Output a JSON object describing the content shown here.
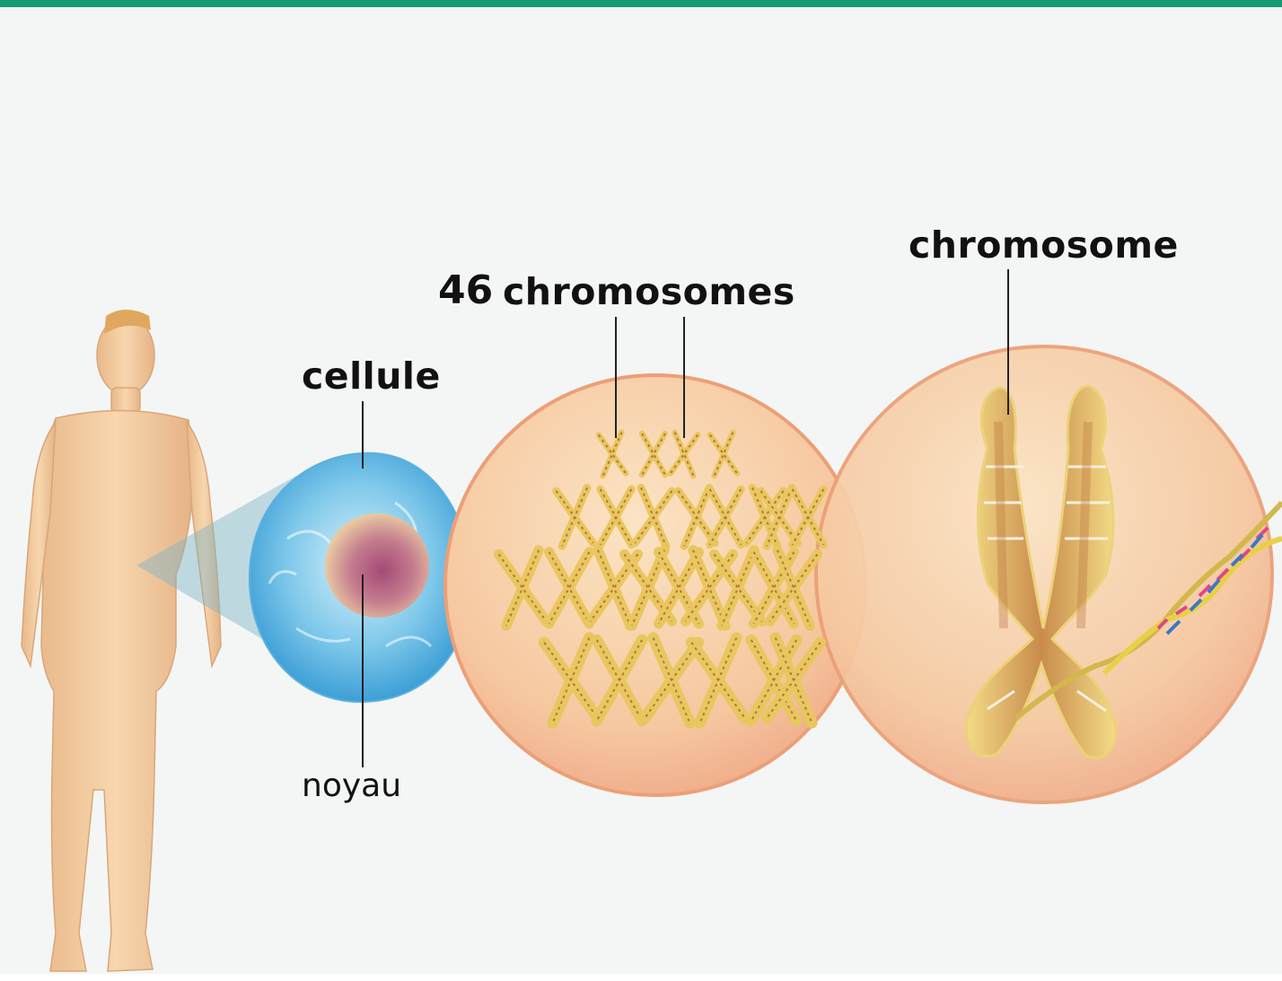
{
  "labels": {
    "chromosome": "chromosome",
    "count": "46",
    "chromosomes": "chromosomes",
    "cellule": "cellule",
    "noyau": "noyau"
  },
  "colors": {
    "top_bar": "#169a72",
    "background": "#f3f6f5",
    "skin": "#f3c99a",
    "cell": "#7ec8ea",
    "nucleus": "#b86a86",
    "circle_fill": "#f7cfa6",
    "circle_stroke": "#eba07a",
    "chromosome": "#e8c75e",
    "chromosome_band": "#b9743f"
  },
  "chromosome_rows": [
    4,
    8,
    9,
    6
  ],
  "icons": [
    "human-figure-icon",
    "cell-icon",
    "nucleus-icon",
    "chromosome-pair-icon",
    "dna-helix-icon"
  ]
}
